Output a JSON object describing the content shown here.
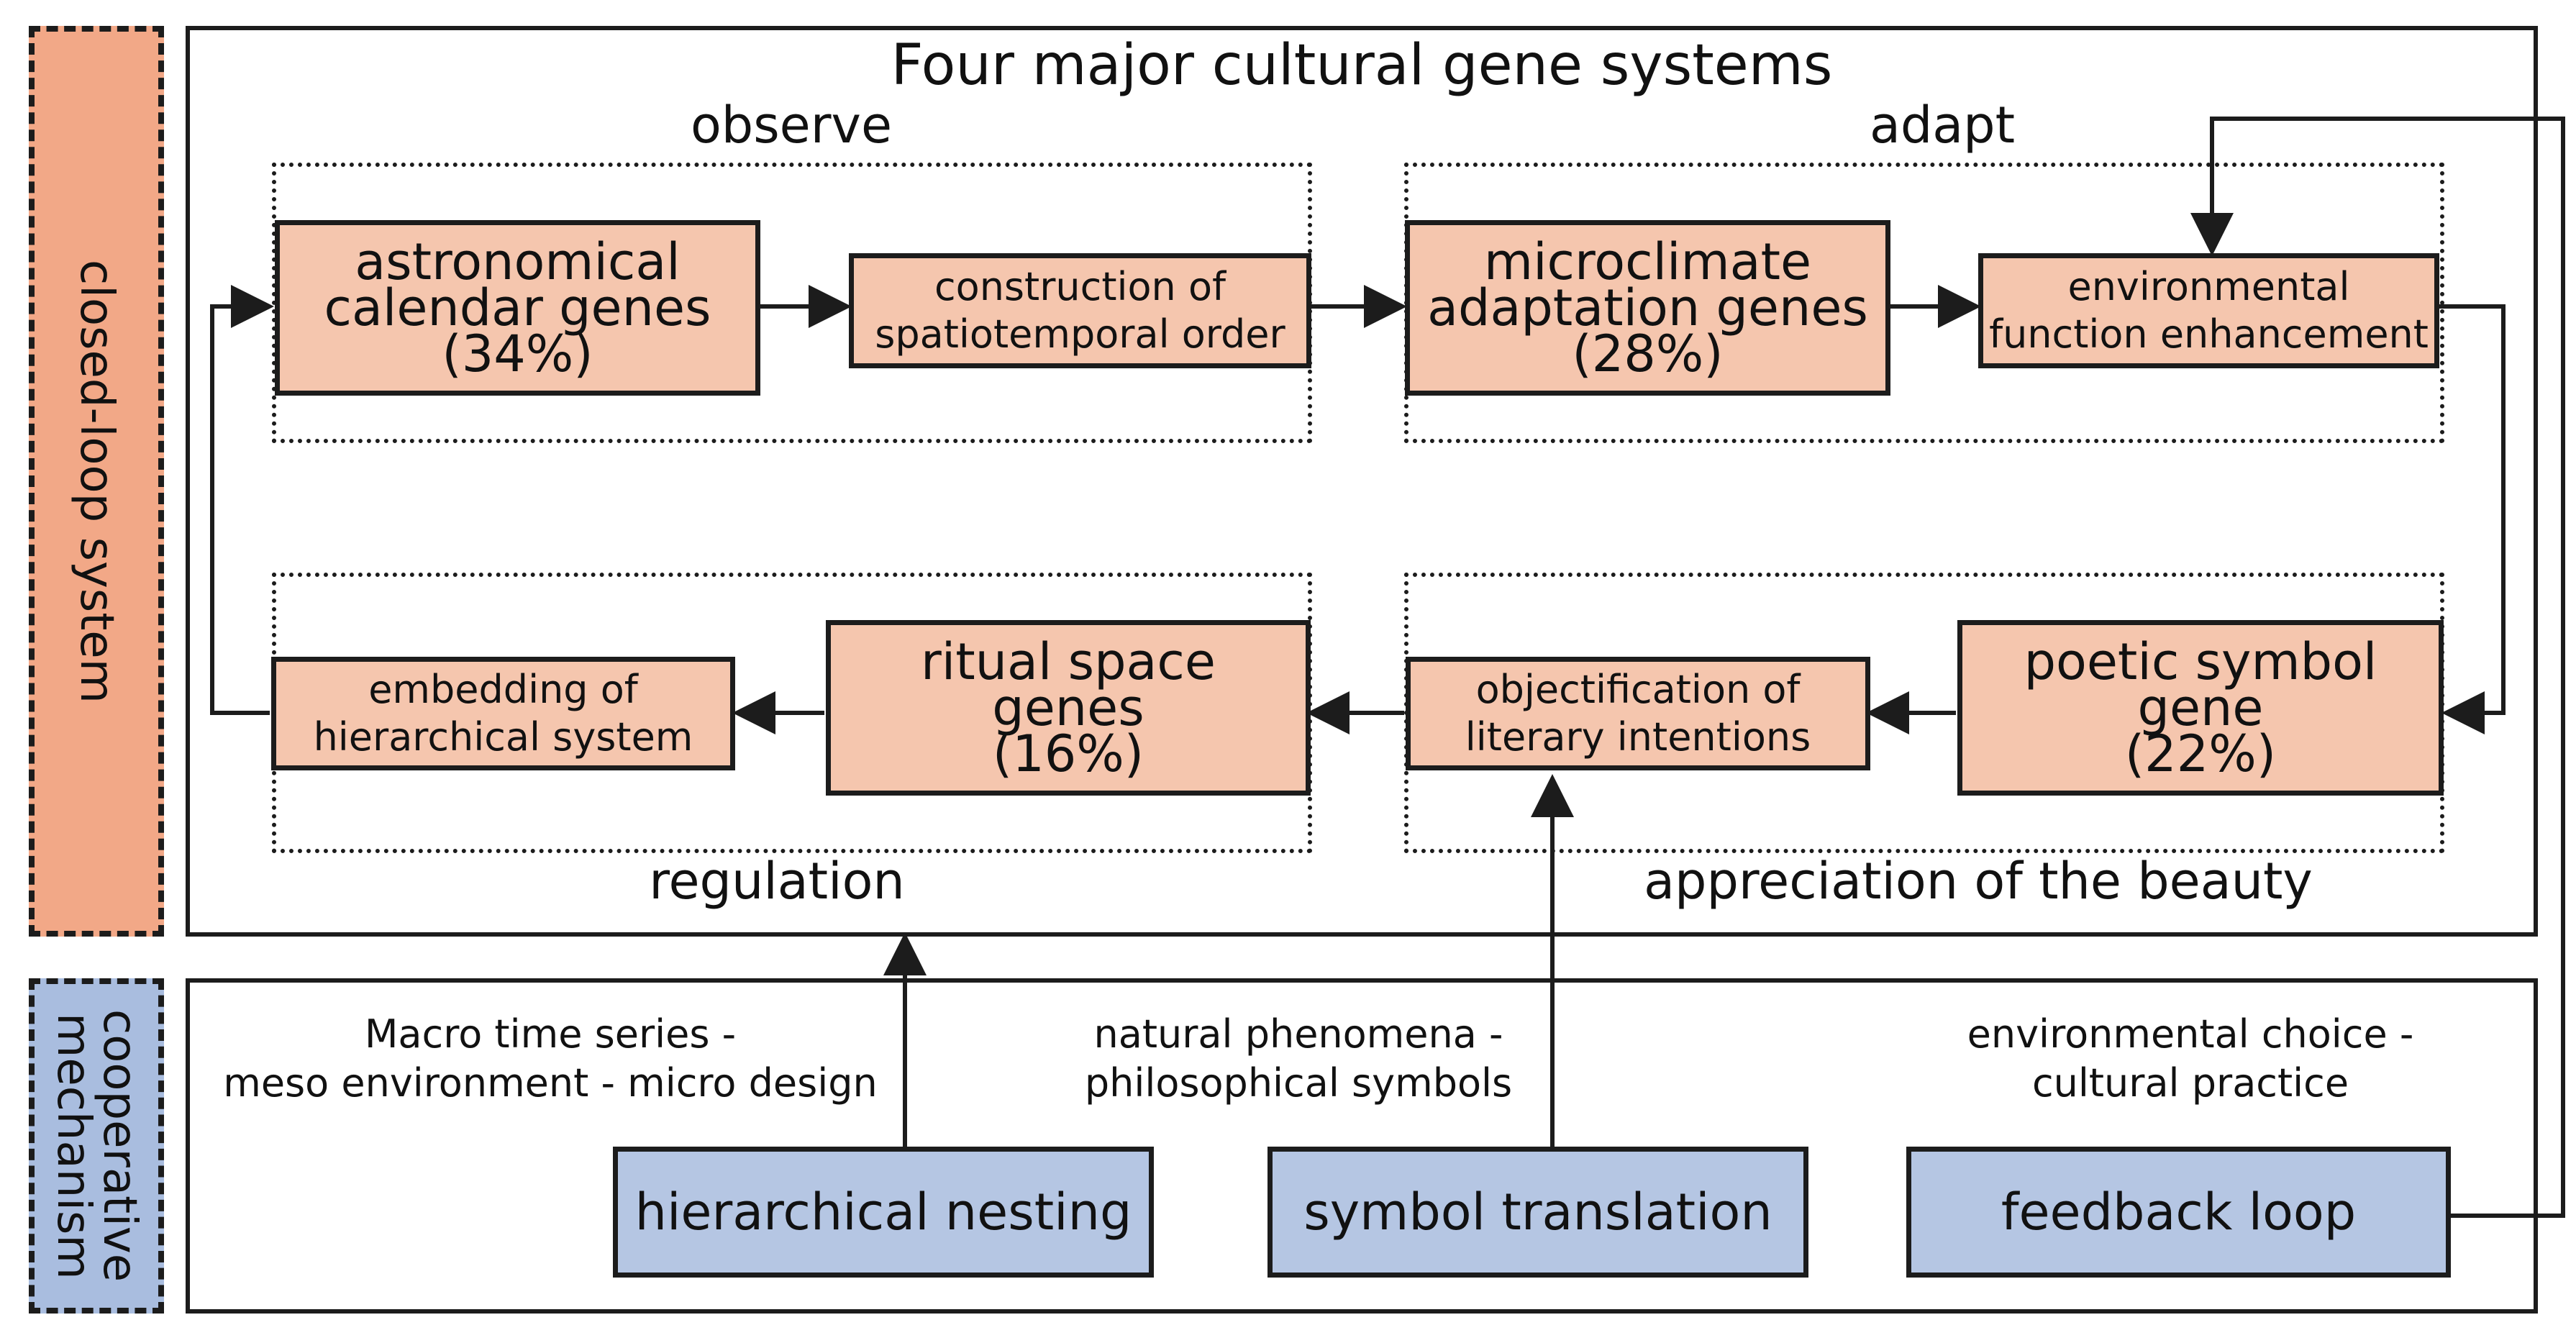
{
  "side": {
    "closed_loop": "closed-loop system",
    "cooperative": "cooperative\nmechanism"
  },
  "title": "Four major cultural gene systems",
  "groups": {
    "observe": "observe",
    "adapt": "adapt",
    "regulation": "regulation",
    "beauty": "appreciation of the beauty"
  },
  "nodes": {
    "astronomical": "astronomical\ncalendar genes\n(34%)",
    "spatiotemporal": "construction of\nspatiotemporal order",
    "microclimate": "microclimate\nadaptation genes\n(28%)",
    "environmental": "environmental\nfunction enhancement",
    "poetic": "poetic symbol\ngene\n(22%)",
    "literary": "objectification of\nliterary intentions",
    "ritual": "ritual space\ngenes\n(16%)",
    "embedding": "embedding of\nhierarchical system"
  },
  "mechanisms": {
    "nesting": "hierarchical nesting",
    "nesting_desc": "Macro time series -\nmeso environment - micro design",
    "translation": "symbol translation",
    "translation_desc": "natural phenomena -\nphilosophical symbols",
    "feedback": "feedback loop",
    "feedback_desc": "environmental choice -\ncultural practice"
  },
  "colors": {
    "gene_fill": "#f5c6ae",
    "closed_loop_fill": "#f2a887",
    "mechanism_fill": "#b5c6e3",
    "cooperative_fill": "#a9bddf",
    "stroke": "#1c1c1c"
  }
}
